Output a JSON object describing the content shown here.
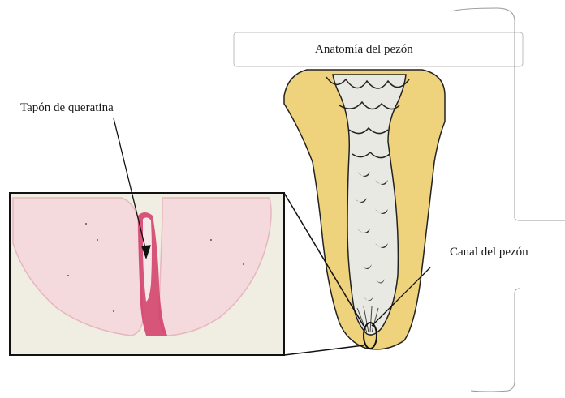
{
  "labels": {
    "title": "Anatomía del pezón",
    "keratin_plug": "Tapón de queratina",
    "teat_canal": "Canal del pezón"
  },
  "colors": {
    "udder_fat": "#eed27c",
    "canal_lining": "#e9e9e4",
    "outline": "#222222",
    "histology_bg": "#f0ede2",
    "histology_tissue": "#f4dadd",
    "histology_stain": "#d23a66",
    "bracket": "#9a9a9a"
  },
  "icons": {
    "histology_photo": "histology-section-image",
    "teat_drawing": "teat-cross-section-illustration"
  }
}
